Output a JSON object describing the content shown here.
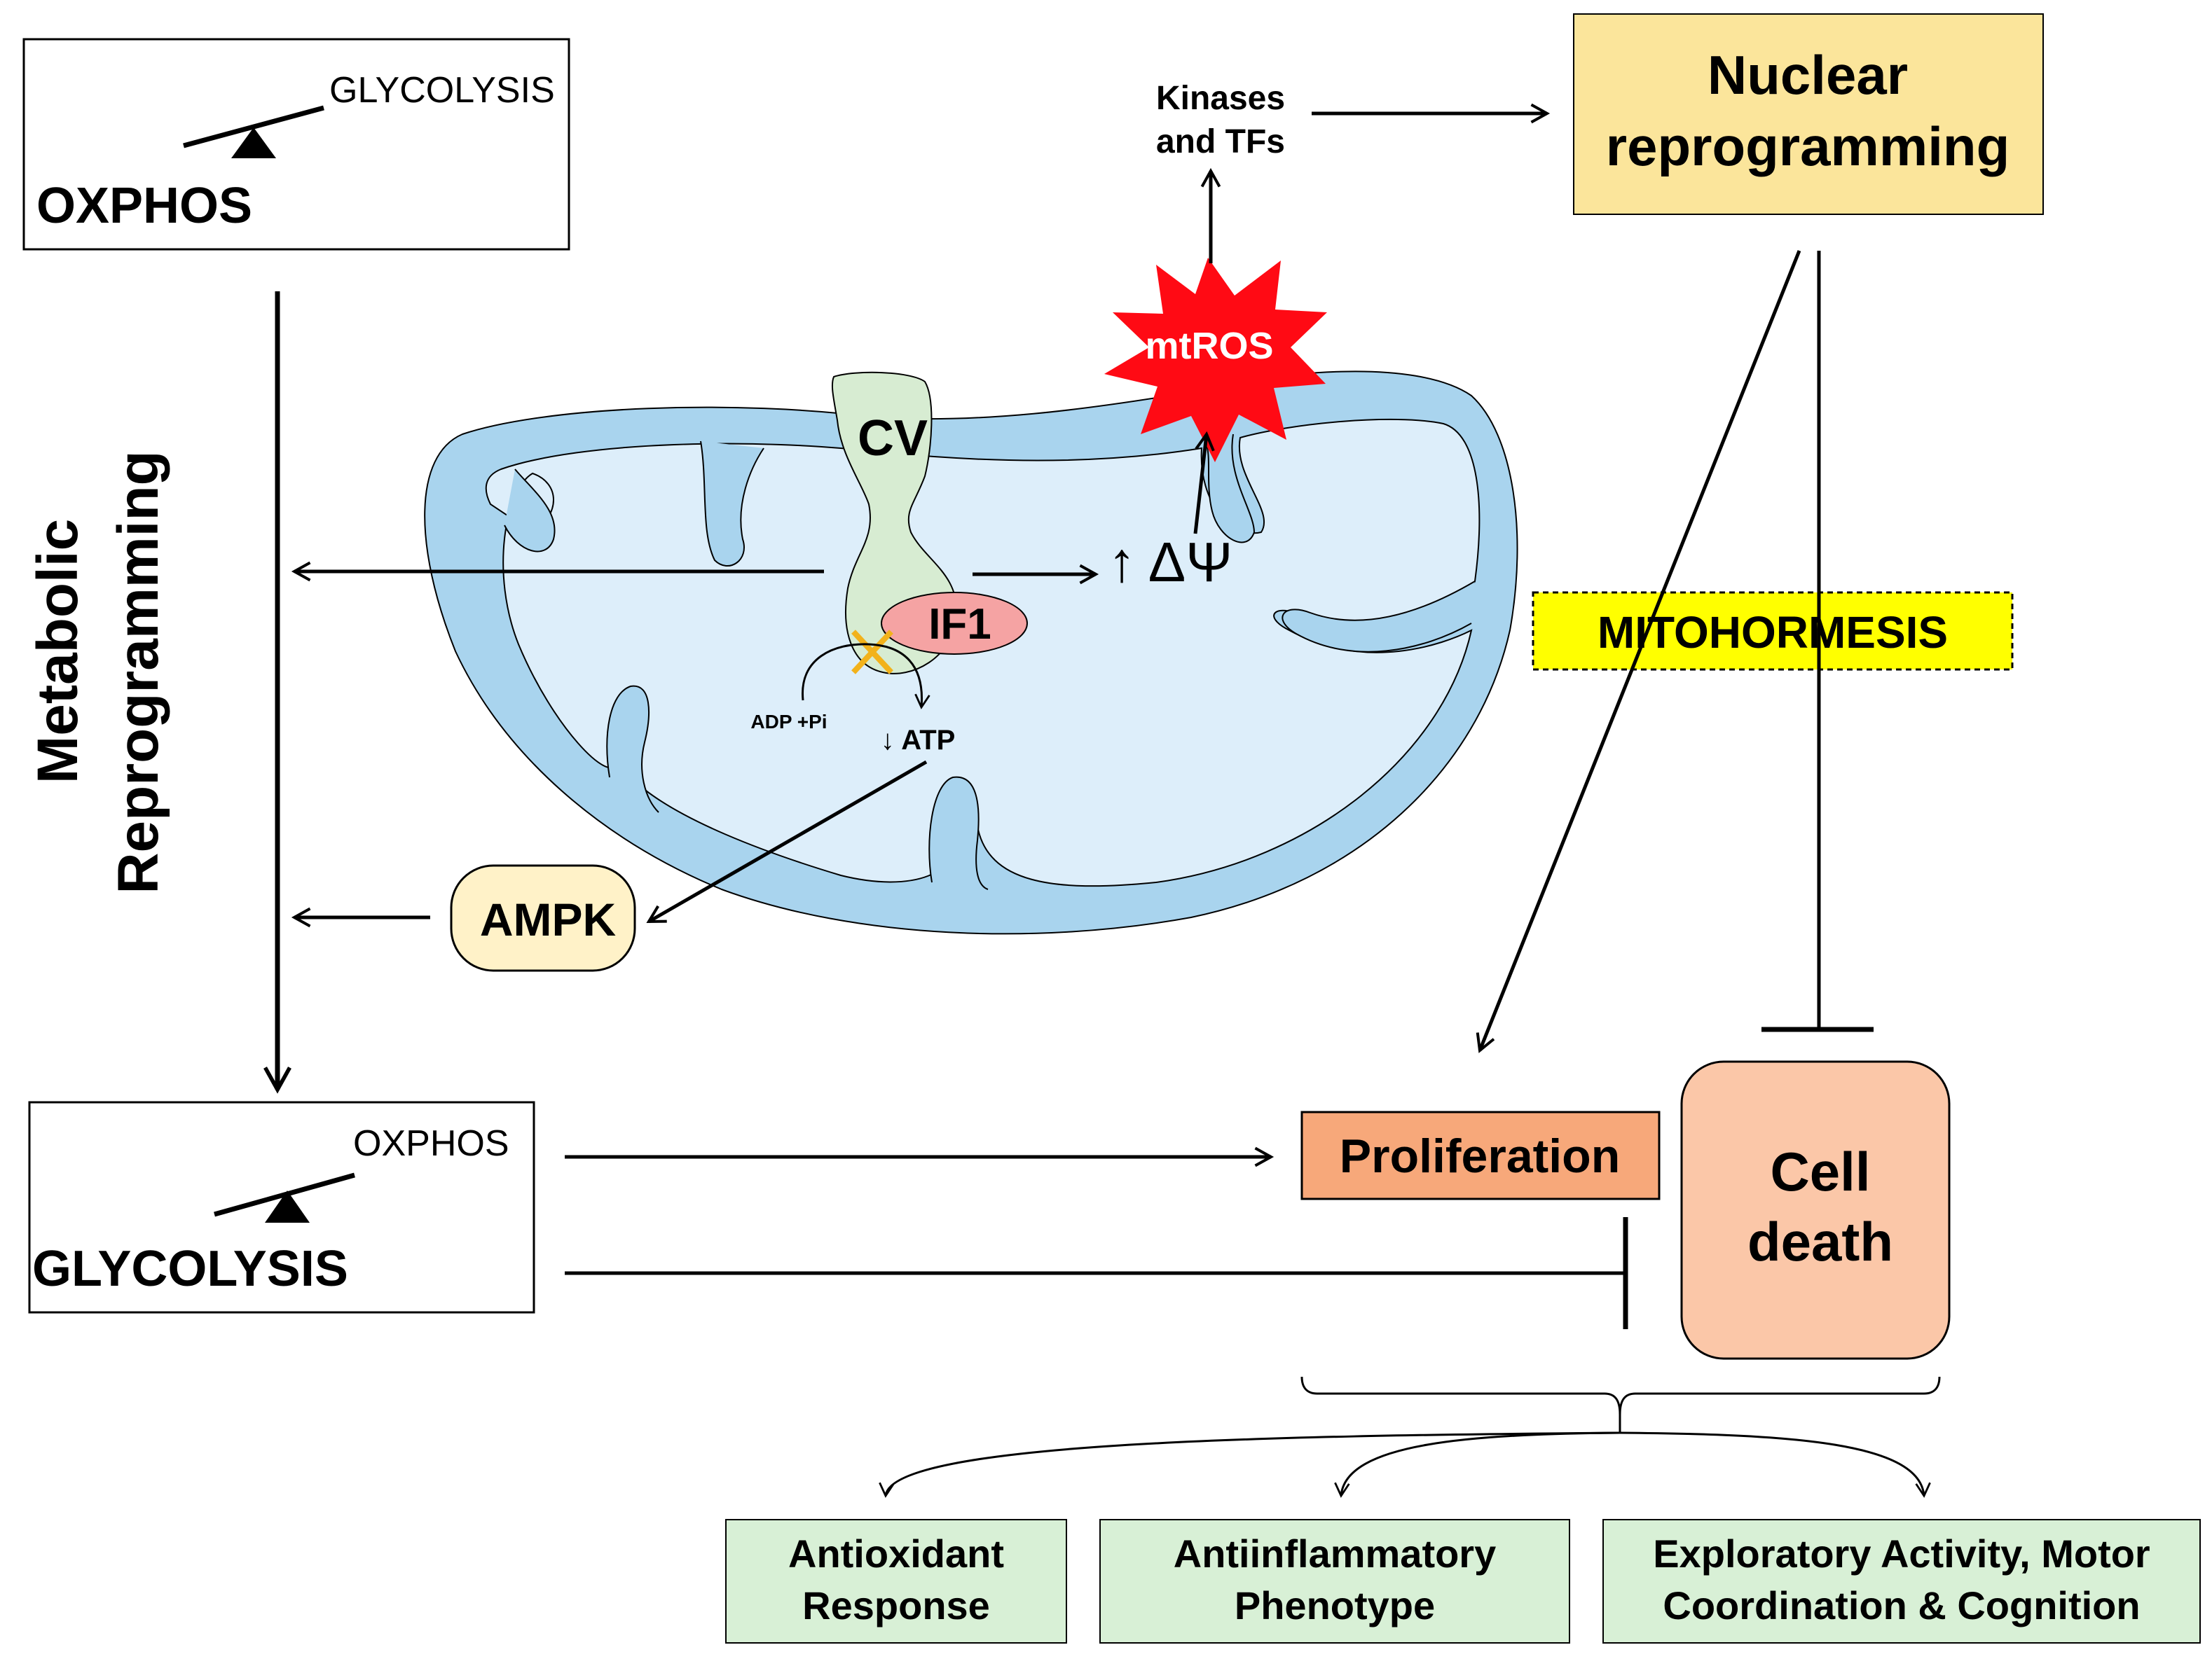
{
  "top_box": {
    "light_label": "GLYCOLYSIS",
    "heavy_label": "OXPHOS"
  },
  "bottom_box": {
    "light_label": "OXPHOS",
    "heavy_label": "GLYCOLYSIS"
  },
  "side_label": {
    "line1": "Metabolic",
    "line2": "Reprogramming"
  },
  "mito": {
    "complex_label": "CV",
    "inhibitor_label": "IF1",
    "substrate_label": "ADP +Pi",
    "atp_label": "↓ ATP",
    "potential_label": "↑ ΔΨ",
    "ros_label": "mtROS"
  },
  "ampk_label": "AMPK",
  "kinases": {
    "line1": "Kinases",
    "line2": "and TFs"
  },
  "nuclear": {
    "line1": "Nuclear",
    "line2": "reprogramming"
  },
  "mitohormesis_label": "MITOHORMESIS",
  "proliferation_label": "Proliferation",
  "cell_death": {
    "line1": "Cell",
    "line2": "death"
  },
  "outcomes": [
    {
      "line1": "Antioxidant",
      "line2": "Response"
    },
    {
      "line1": "Antiinflammatory",
      "line2": "Phenotype"
    },
    {
      "line1": "Exploratory Activity, Motor",
      "line2": "Coordination & Cognition"
    }
  ],
  "colors": {
    "mito_membrane": "#a9d4ee",
    "mito_matrix": "#ddeefa",
    "cv_fill": "#d7ecd2",
    "if1_fill": "#f5a3a3",
    "ros_fill": "#ff0a14",
    "ampk_fill": "#fff2c8",
    "nuclear_fill": "#fbe59b",
    "mitohormesis_fill": "#ffff00",
    "proliferation_fill": "#f7a87a",
    "cell_death_fill": "#fbc7a8",
    "outcome_fill": "#d8f0d6",
    "inhibit_mark": "#f2b21b"
  }
}
